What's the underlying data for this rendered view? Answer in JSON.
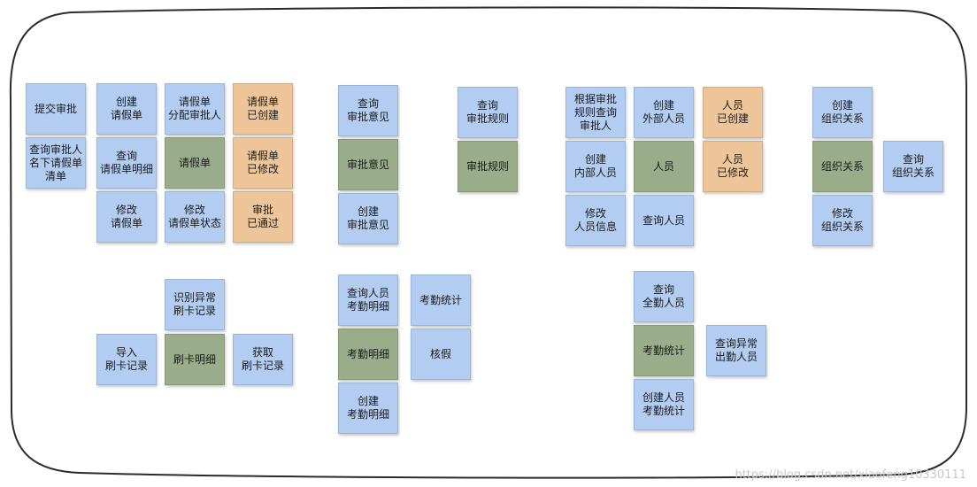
{
  "notes": [
    {
      "id": "tijiao-shenpi",
      "text": "提交审批",
      "kind": "command"
    },
    {
      "id": "chaxun-shenpiren-qingjiadan",
      "text": "查询审批人\n名下请假单\n清单",
      "kind": "command"
    },
    {
      "id": "chuangjian-qingjiadan",
      "text": "创建\n请假单",
      "kind": "command"
    },
    {
      "id": "chaxun-qingjiadan-mingxi",
      "text": "查询\n请假单明细",
      "kind": "command"
    },
    {
      "id": "xiugai-qingjiadan",
      "text": "修改\n请假单",
      "kind": "command"
    },
    {
      "id": "qingjiadan-fenpei",
      "text": "请假单\n分配审批人",
      "kind": "command"
    },
    {
      "id": "qingjiadan",
      "text": "请假单",
      "kind": "aggregate"
    },
    {
      "id": "xiugai-qingjiadan-zhuangtai",
      "text": "修改\n请假单状态",
      "kind": "command"
    },
    {
      "id": "qingjiadan-yichuangjian",
      "text": "请假单\n已创建",
      "kind": "event"
    },
    {
      "id": "qingjiadan-yixiugai",
      "text": "请假单\n已修改",
      "kind": "event"
    },
    {
      "id": "shenpi-yitongguo",
      "text": "审批\n已通过",
      "kind": "event"
    },
    {
      "id": "chaxun-shenpi-yijian",
      "text": "查询\n审批意见",
      "kind": "command"
    },
    {
      "id": "shenpi-yijian",
      "text": "审批意见",
      "kind": "aggregate"
    },
    {
      "id": "chuangjian-shenpi-yijian",
      "text": "创建\n审批意见",
      "kind": "command"
    },
    {
      "id": "chaxun-shenpi-guize",
      "text": "查询\n审批规则",
      "kind": "command"
    },
    {
      "id": "shenpi-guize",
      "text": "审批规则",
      "kind": "aggregate"
    },
    {
      "id": "genju-guize-chaxun",
      "text": "根据审批\n规则查询\n审批人",
      "kind": "command"
    },
    {
      "id": "chuangjian-neibu-renyuan",
      "text": "创建\n内部人员",
      "kind": "command"
    },
    {
      "id": "xiugai-renyuan-xinxi",
      "text": "修改\n人员信息",
      "kind": "command"
    },
    {
      "id": "chuangjian-waibu-renyuan",
      "text": "创建\n外部人员",
      "kind": "command"
    },
    {
      "id": "renyuan",
      "text": "人员",
      "kind": "aggregate"
    },
    {
      "id": "chaxun-renyuan",
      "text": "查询人员",
      "kind": "command"
    },
    {
      "id": "renyuan-yichuangjian",
      "text": "人员\n已创建",
      "kind": "event"
    },
    {
      "id": "renyuan-yixiugai",
      "text": "人员\n已修改",
      "kind": "event"
    },
    {
      "id": "chuangjian-zuzhi-guanxi",
      "text": "创建\n组织关系",
      "kind": "command"
    },
    {
      "id": "zuzhi-guanxi",
      "text": "组织关系",
      "kind": "aggregate"
    },
    {
      "id": "xiugai-zuzhi-guanxi",
      "text": "修改\n组织关系",
      "kind": "command"
    },
    {
      "id": "chaxun-zuzhi-guanxi",
      "text": "查询\n组织关系",
      "kind": "command"
    },
    {
      "id": "shibie-yichang",
      "text": "识别异常\n刷卡记录",
      "kind": "command"
    },
    {
      "id": "daoru-shuaka",
      "text": "导入\n刷卡记录",
      "kind": "command"
    },
    {
      "id": "shuaka-mingxi",
      "text": "刷卡明细",
      "kind": "aggregate"
    },
    {
      "id": "huoqu-shuaka",
      "text": "获取\n刷卡记录",
      "kind": "command"
    },
    {
      "id": "chaxun-renyuan-kaoqin-mingxi",
      "text": "查询人员\n考勤明细",
      "kind": "command"
    },
    {
      "id": "kaoqin-mingxi",
      "text": "考勤明细",
      "kind": "aggregate"
    },
    {
      "id": "chuangjian-kaoqin-mingxi",
      "text": "创建\n考勤明细",
      "kind": "command"
    },
    {
      "id": "kaoqin-tongji-cmd",
      "text": "考勤统计",
      "kind": "command"
    },
    {
      "id": "hejia",
      "text": "核假",
      "kind": "command"
    },
    {
      "id": "chaxun-quanqin",
      "text": "查询\n全勤人员",
      "kind": "command"
    },
    {
      "id": "kaoqin-tongji-agg",
      "text": "考勤统计",
      "kind": "aggregate"
    },
    {
      "id": "chuangjian-renyuan-kaoqin-tongji",
      "text": "创建人员\n考勤统计",
      "kind": "command"
    },
    {
      "id": "chaxun-yichang-chuqin",
      "text": "查询异常\n出勤人员",
      "kind": "command"
    }
  ],
  "watermark": "https://blog.csdn.net/xiaofeng10330111",
  "colors": {
    "command": "#b3cdf2",
    "aggregate": "#9aad8a",
    "event": "#eec598",
    "frame": "#2b2b2b"
  }
}
